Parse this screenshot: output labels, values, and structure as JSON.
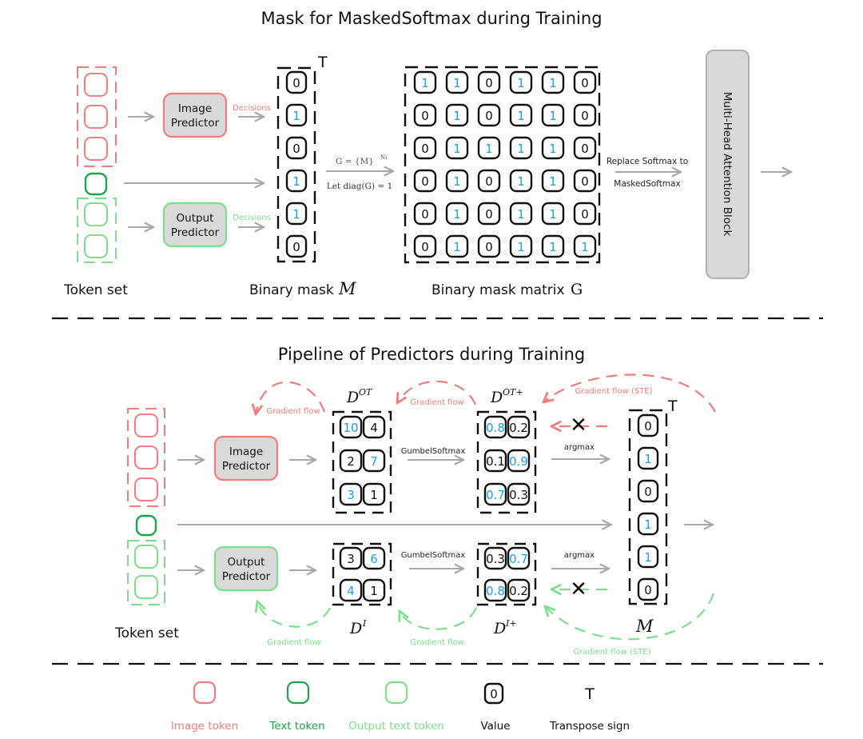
{
  "colors": {
    "image_token": "#f47c7c",
    "text_token": "#1aa64a",
    "output_text_token": "#7ee08c",
    "value_one": "#1aa3e8",
    "value_zero": "#111111",
    "arrow": "#a9a9a9",
    "predictor_fill": "#d9d9d9"
  },
  "top": {
    "title": "Mask for MaskedSoftmax during Training",
    "image_predictor": [
      "Image",
      "Predictor"
    ],
    "output_predictor": [
      "Output",
      "Predictor"
    ],
    "decisions_label": "Decisions",
    "token_set_label": "Token set",
    "binary_mask_label": "Binary mask",
    "binary_mask_symbol": "M",
    "mask_vector": [
      0,
      1,
      0,
      1,
      1,
      0
    ],
    "transpose_sign": "T",
    "formula_top": "G = {M}",
    "formula_sup": "Ni",
    "formula_bottom": "Let diag(G) = 1",
    "matrix_label": "Binary mask matrix",
    "matrix_symbol": "G",
    "mask_matrix": [
      [
        1,
        1,
        0,
        1,
        1,
        0
      ],
      [
        0,
        1,
        0,
        1,
        1,
        0
      ],
      [
        0,
        1,
        1,
        1,
        1,
        0
      ],
      [
        0,
        1,
        0,
        1,
        1,
        0
      ],
      [
        0,
        1,
        0,
        1,
        1,
        0
      ],
      [
        0,
        1,
        0,
        1,
        1,
        1
      ]
    ],
    "replace_label_1": "Replace Softmax to",
    "replace_label_2": "MaskedSoftmax",
    "attention_block": "Multi-Head Attention Block"
  },
  "bottom": {
    "title": "Pipeline of Predictors during Training",
    "image_predictor": [
      "Image",
      "Predictor"
    ],
    "output_predictor": [
      "Output",
      "Predictor"
    ],
    "token_set_label": "Token set",
    "d_ot_label": "D",
    "d_ot_sup": "OT",
    "d_ot_plus_sup": "OT+",
    "d_i_sup": "I",
    "d_i_plus_sup": "I+",
    "d_ot": [
      [
        "10",
        "4"
      ],
      [
        "2",
        "7"
      ],
      [
        "3",
        "1"
      ]
    ],
    "d_ot_highlight": [
      [
        true,
        false
      ],
      [
        false,
        true
      ],
      [
        true,
        false
      ]
    ],
    "d_ot_plus": [
      [
        "0.8",
        "0.2"
      ],
      [
        "0.1",
        "0.9"
      ],
      [
        "0.7",
        "0.3"
      ]
    ],
    "d_ot_plus_highlight": [
      [
        true,
        false
      ],
      [
        false,
        true
      ],
      [
        true,
        false
      ]
    ],
    "d_i": [
      [
        "3",
        "6"
      ],
      [
        "4",
        "1"
      ]
    ],
    "d_i_highlight": [
      [
        false,
        true
      ],
      [
        true,
        false
      ]
    ],
    "d_i_plus": [
      [
        "0.3",
        "0.7"
      ],
      [
        "0.8",
        "0.2"
      ]
    ],
    "d_i_plus_highlight": [
      [
        false,
        true
      ],
      [
        true,
        false
      ]
    ],
    "gumbel_label": "GumbelSoftmax",
    "argmax_label": "argmax",
    "gradient_flow": "Gradient flow",
    "gradient_flow_ste": "Gradient flow (STE)",
    "mask_vector": [
      0,
      1,
      0,
      1,
      1,
      0
    ],
    "mask_symbol": "M",
    "transpose_sign": "T",
    "blocked_sign": "✕"
  },
  "legend": {
    "items": [
      {
        "label": "Image token",
        "kind": "image"
      },
      {
        "label": "Text token",
        "kind": "text"
      },
      {
        "label": "Output text token",
        "kind": "output"
      },
      {
        "label": "Value",
        "kind": "value",
        "glyph": "0"
      },
      {
        "label": "Transpose sign",
        "kind": "transpose",
        "glyph": "T"
      }
    ]
  }
}
